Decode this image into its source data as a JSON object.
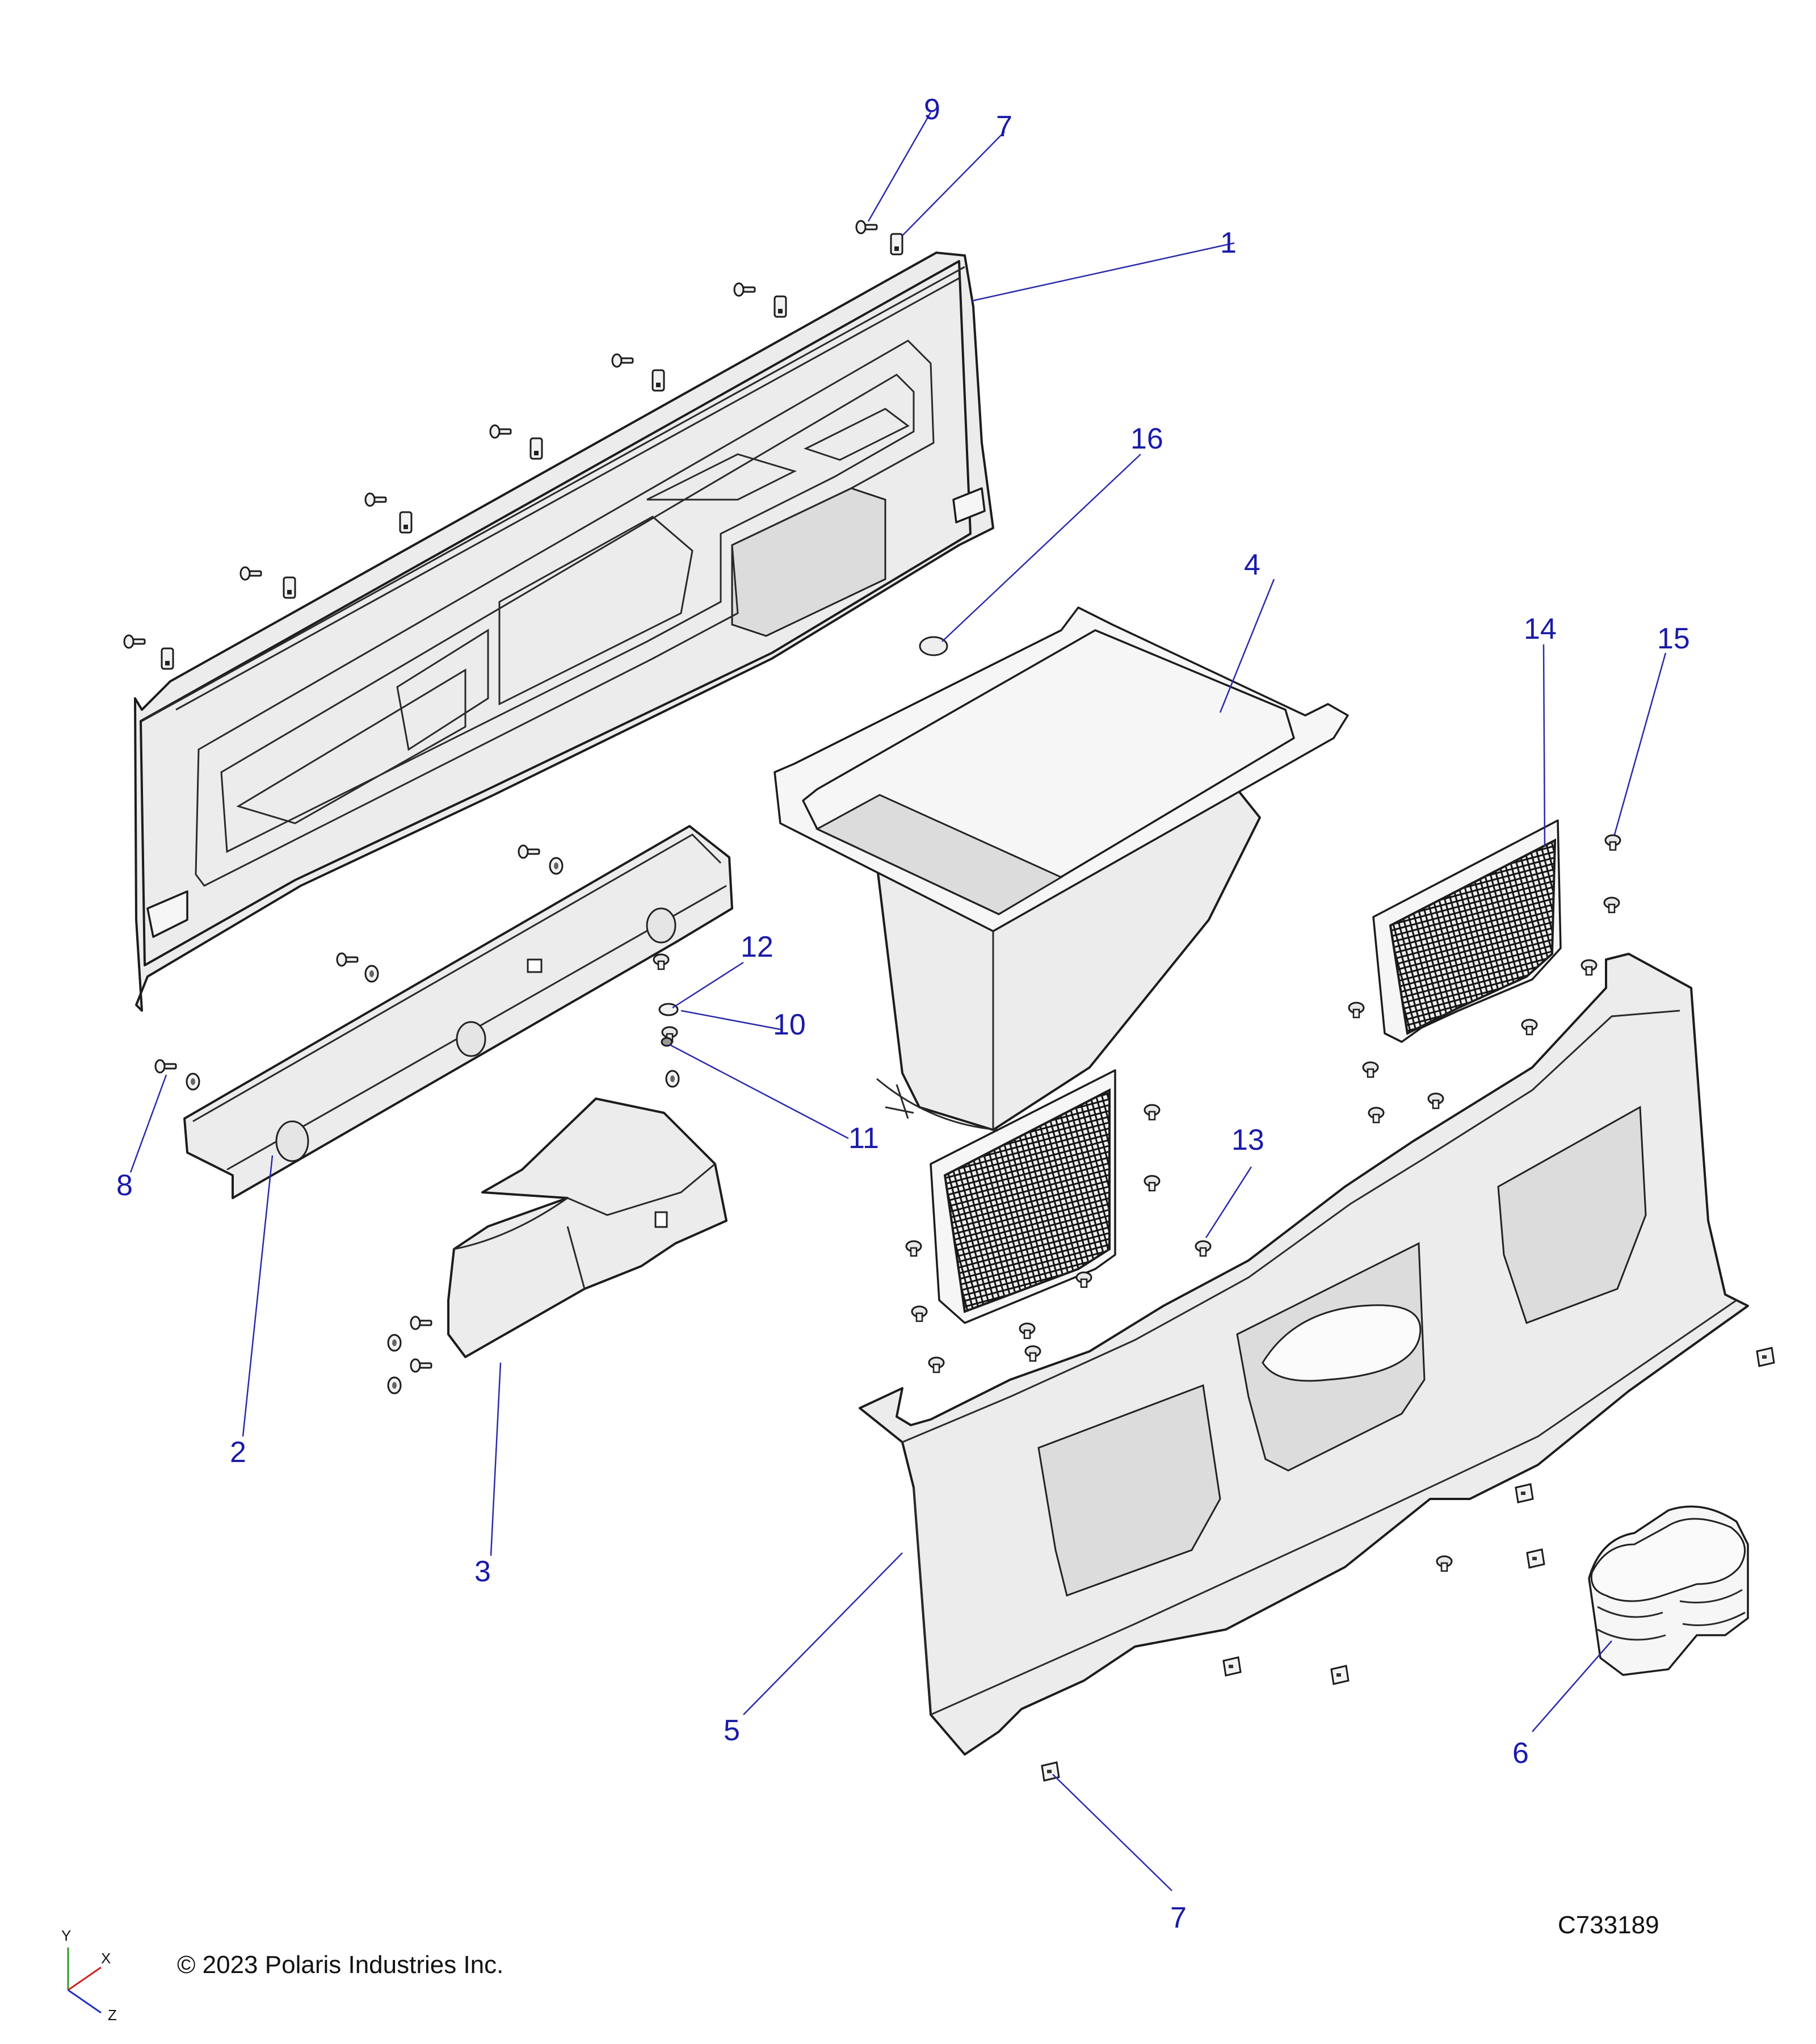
{
  "callouts": [
    {
      "id": "9",
      "label": "9"
    },
    {
      "id": "7a",
      "label": "7"
    },
    {
      "id": "1",
      "label": "1"
    },
    {
      "id": "16",
      "label": "16"
    },
    {
      "id": "4",
      "label": "4"
    },
    {
      "id": "14",
      "label": "14"
    },
    {
      "id": "15",
      "label": "15"
    },
    {
      "id": "12",
      "label": "12"
    },
    {
      "id": "10",
      "label": "10"
    },
    {
      "id": "11",
      "label": "11"
    },
    {
      "id": "8",
      "label": "8"
    },
    {
      "id": "13",
      "label": "13"
    },
    {
      "id": "2",
      "label": "2"
    },
    {
      "id": "3",
      "label": "3"
    },
    {
      "id": "5",
      "label": "5"
    },
    {
      "id": "6",
      "label": "6"
    },
    {
      "id": "7b",
      "label": "7"
    }
  ],
  "footer": {
    "copyright": "© 2023 Polaris Industries Inc.",
    "drawing_id": "C733189"
  },
  "axes": {
    "y": "Y",
    "x": "X",
    "z": "Z"
  },
  "colors": {
    "callout": "#1a1aa8",
    "line": "#1c1c1c",
    "part_fill": "#ececec"
  }
}
